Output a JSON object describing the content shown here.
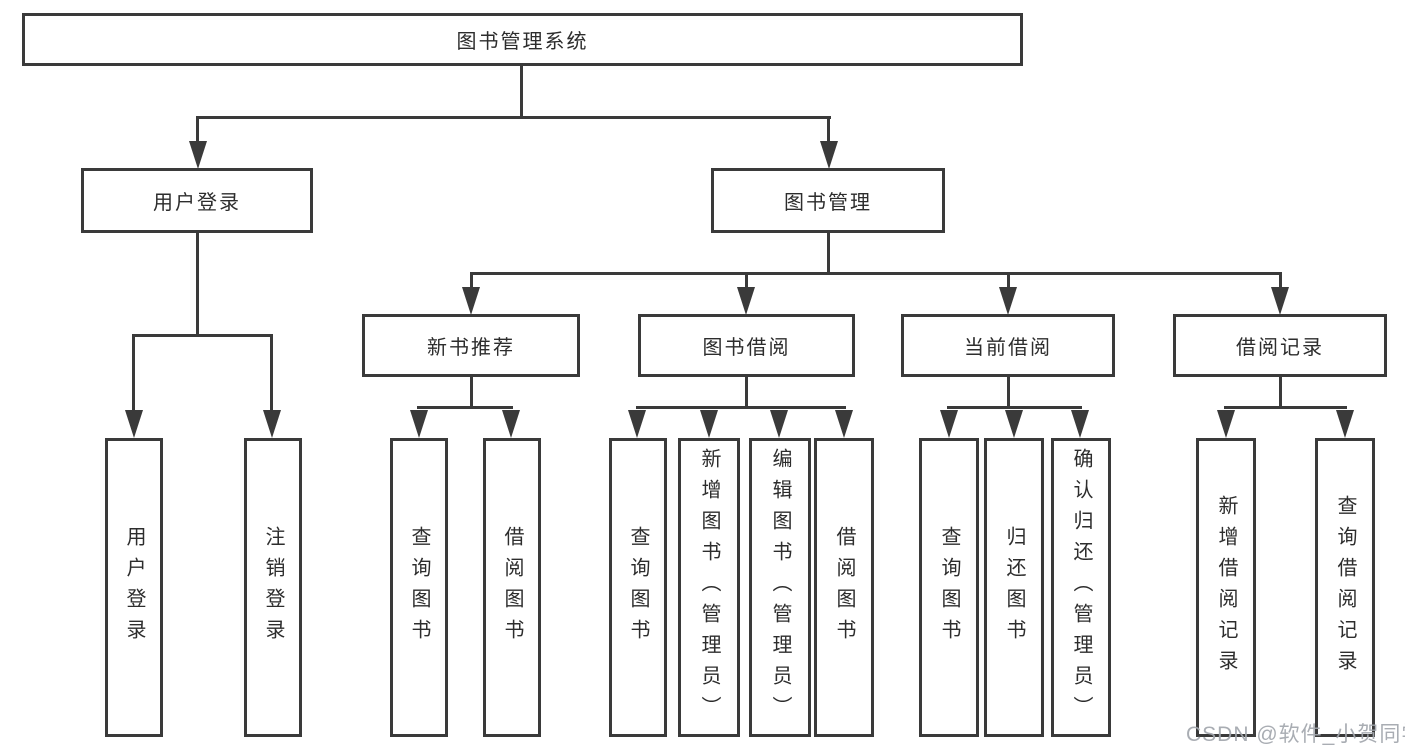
{
  "diagram": {
    "root": "图书管理系统",
    "level2": [
      "用户登录",
      "图书管理"
    ],
    "level3": [
      "新书推荐",
      "图书借阅",
      "当前借阅",
      "借阅记录"
    ],
    "leaves": [
      "用户登录",
      "注销登录",
      "查询图书",
      "借阅图书",
      "查询图书",
      "新增图书（管理员）",
      "编辑图书（管理员）",
      "借阅图书",
      "查询图书",
      "归还图书",
      "确认归还（管理员）",
      "新增借阅记录",
      "查询借阅记录"
    ],
    "hierarchy": {
      "图书管理系统": {
        "用户登录": [
          "用户登录",
          "注销登录"
        ],
        "图书管理": {
          "新书推荐": [
            "查询图书",
            "借阅图书"
          ],
          "图书借阅": [
            "查询图书",
            "新增图书（管理员）",
            "编辑图书（管理员）",
            "借阅图书"
          ],
          "当前借阅": [
            "查询图书",
            "归还图书",
            "确认归还（管理员）"
          ],
          "借阅记录": [
            "新增借阅记录",
            "查询借阅记录"
          ]
        }
      }
    }
  },
  "watermark": "CSDN @软件_小贺同学",
  "colors": {
    "line": "#3a3a3a",
    "text": "#2d2d2d",
    "watermark": "#a2a6ac",
    "background": "#ffffff"
  }
}
